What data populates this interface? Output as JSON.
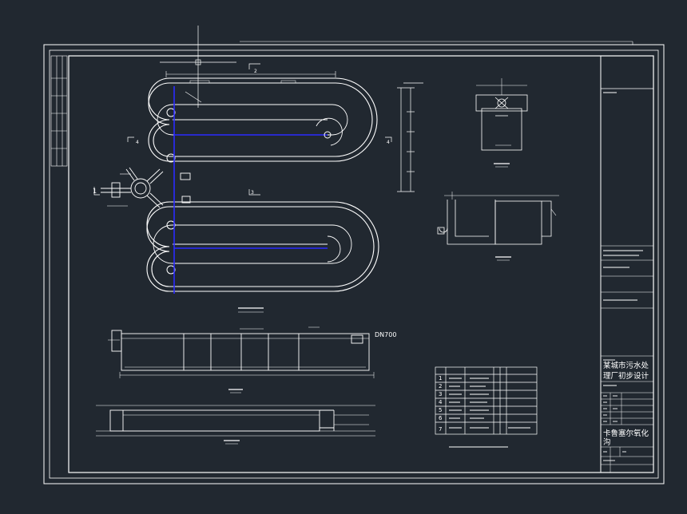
{
  "drawing": {
    "pipe_label": "DN700",
    "section_marks": {
      "top": "2",
      "bottom": "3",
      "left": "4",
      "right": "4",
      "inlet": "1"
    },
    "title_block": {
      "project_name_line1": "某城市污水处",
      "project_name_line2": "理厂初步设计",
      "drawing_name_line1": "卡鲁塞尔氧化",
      "drawing_name_line2": "沟"
    },
    "material_table_rows": [
      "1",
      "2",
      "3",
      "4",
      "5",
      "6",
      "7"
    ]
  },
  "colors": {
    "background": "#212830",
    "line": "#ffffff",
    "pipe": "#2a2aff"
  }
}
